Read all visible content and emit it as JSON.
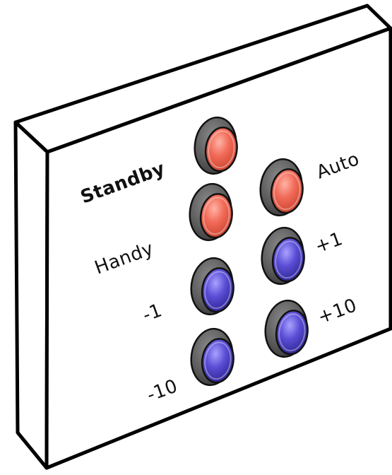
{
  "panel": {
    "buttons": [
      {
        "id": "standby",
        "label": "Standby",
        "color": "red"
      },
      {
        "id": "auto",
        "label": "Auto",
        "color": "red"
      },
      {
        "id": "handy",
        "label": "Handy",
        "color": "red"
      },
      {
        "id": "plus1",
        "label": "+1",
        "color": "blue"
      },
      {
        "id": "minus1",
        "label": "-1",
        "color": "blue"
      },
      {
        "id": "plus10",
        "label": "+10",
        "color": "blue"
      },
      {
        "id": "minus10",
        "label": "-10",
        "color": "blue"
      }
    ]
  },
  "colors": {
    "red_face": "#f26a58",
    "red_dark": "#c8432f",
    "blue_face": "#5b4ed6",
    "blue_dark": "#2c238f",
    "bezel": "#6b6b6b",
    "bezel_dark": "#3a3a3a"
  }
}
